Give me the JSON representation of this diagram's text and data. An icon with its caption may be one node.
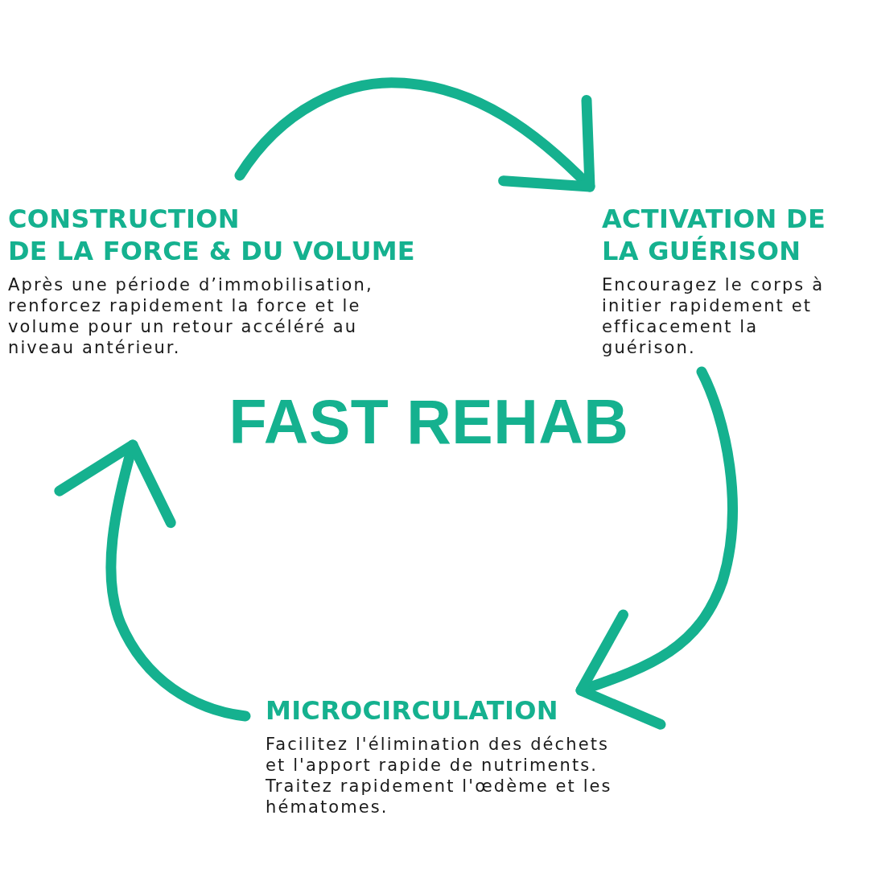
{
  "diagram": {
    "title": "FAST REHAB",
    "nodes": [
      {
        "text": [
          "CONSTRUCTION DE LA FORCE & DU VOLUME",
          "Après une période d’immobilisation, renforcez rapidement la force et le volume pour un retour accéléré au niveau antérieur."
        ]
      },
      {
        "text": [
          "ACTIVATION DE LA GUÉRISON",
          "Encouragez le corps à initier rapidement et efficacement la guérison."
        ]
      },
      {
        "text": [
          "MICROCIRCULATION",
          "Facilitez l'élimination des déchets et l'apport rapide de nutriments. Traitez rapidement l'œdème et les hématomes."
        ]
      }
    ],
    "edges": [
      {
        "from": 0,
        "to": 1,
        "arrow": "to"
      },
      {
        "from": 1,
        "to": 2,
        "arrow": "to"
      },
      {
        "from": 2,
        "to": 0,
        "arrow": "to"
      }
    ]
  }
}
